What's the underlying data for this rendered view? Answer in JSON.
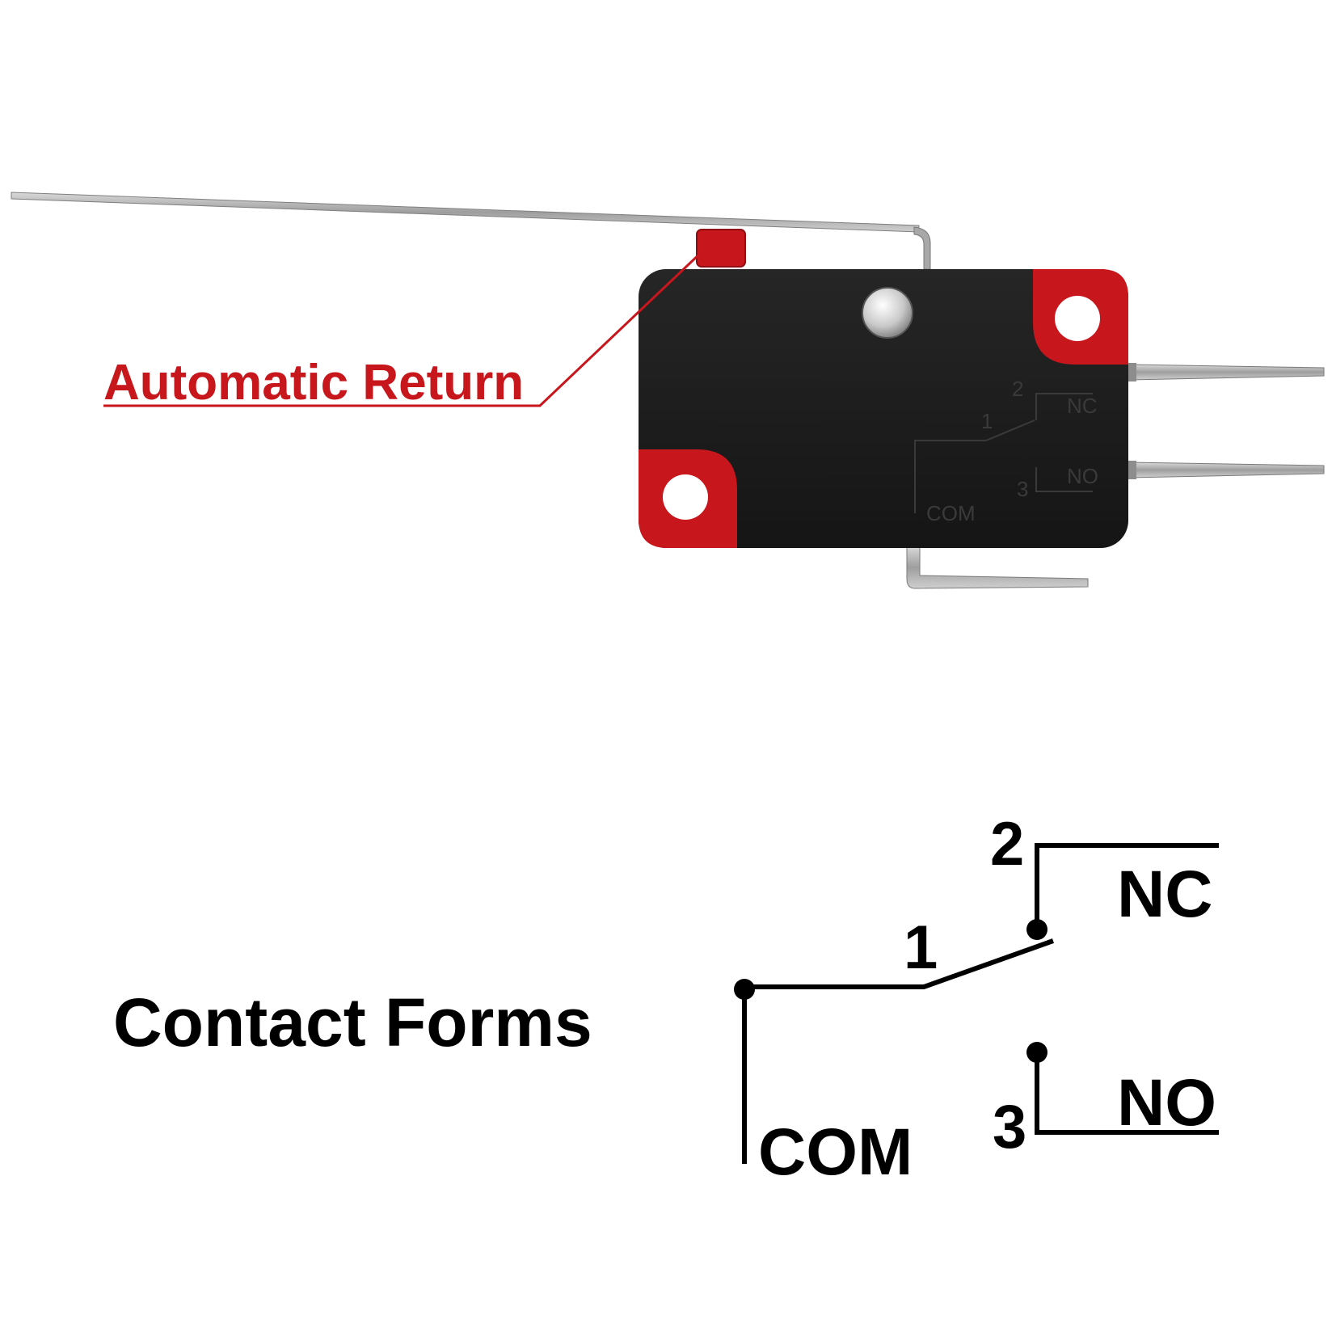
{
  "callout": {
    "text": "Automatic Return"
  },
  "heading": {
    "text": "Contact Forms"
  },
  "body_marking": {
    "pin1": "1",
    "pin2": "2",
    "pin3": "3",
    "nc": "NC",
    "no": "NO",
    "com": "COM"
  },
  "schematic": {
    "pin1": "1",
    "pin2": "2",
    "pin3": "3",
    "nc_label": "NC",
    "no_label": "NO",
    "com_label": "COM"
  },
  "colors": {
    "accent_red": "#c8161d",
    "switch_body": "#1c1c1c",
    "lever_metal": "#a9a9a9",
    "terminal_metal": "#b5b5b5",
    "ink": "#000000"
  }
}
